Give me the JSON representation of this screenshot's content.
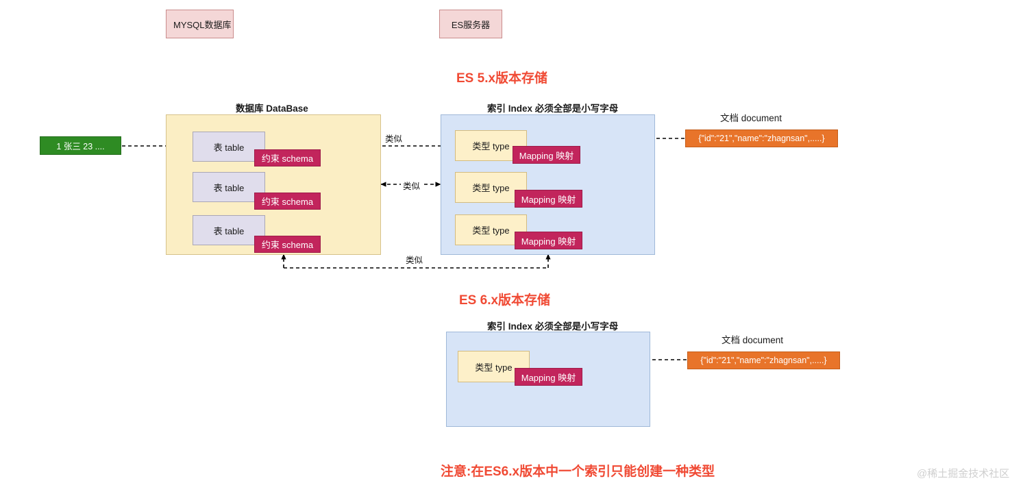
{
  "legend": {
    "mysql_label": "MYSQL数据库",
    "es_label": "ES服务器"
  },
  "sections": {
    "es5": {
      "title": "ES 5.x版本存储",
      "db_caption": "数据库 DataBase",
      "index_caption": "索引 Index 必须全部是小写字母",
      "document_caption": "文档 document",
      "record_value": "1 张三 23 ....",
      "document_value": "{\"id\":\"21\",\"name\":\"zhagnsan\",.....}",
      "tables": [
        {
          "name": "表 table",
          "schema": "约束 schema"
        },
        {
          "name": "表 table",
          "schema": "约束 schema"
        },
        {
          "name": "表 table",
          "schema": "约束 schema"
        }
      ],
      "types": [
        {
          "name": "类型 type",
          "mapping": "Mapping 映射"
        },
        {
          "name": "类型 type",
          "mapping": "Mapping 映射"
        },
        {
          "name": "类型 type",
          "mapping": "Mapping 映射"
        }
      ],
      "similar_labels": {
        "top": "类似",
        "middle": "类似",
        "bottom": "类似"
      }
    },
    "es6": {
      "title": "ES 6.x版本存储",
      "index_caption": "索引 Index 必须全部是小写字母",
      "document_caption": "文档 document",
      "document_value": "{\"id\":\"21\",\"name\":\"zhagnsan\",.....}",
      "types": [
        {
          "name": "类型 type",
          "mapping": "Mapping 映射"
        }
      ]
    }
  },
  "note": "注意:在ES6.x版本中一个索引只能创建一种类型",
  "watermark": "@稀土掘金技术社区",
  "colors": {
    "title_red": "#f04a34",
    "db_fill": "#fbeec4",
    "index_fill": "#d7e4f7",
    "table_fill": "#e0ddec",
    "type_fill": "#fdf0c9",
    "schema_fill": "#c2255c",
    "document_fill": "#e8742a",
    "record_fill": "#2e8b23",
    "legend_fill": "#f4d7d7"
  }
}
